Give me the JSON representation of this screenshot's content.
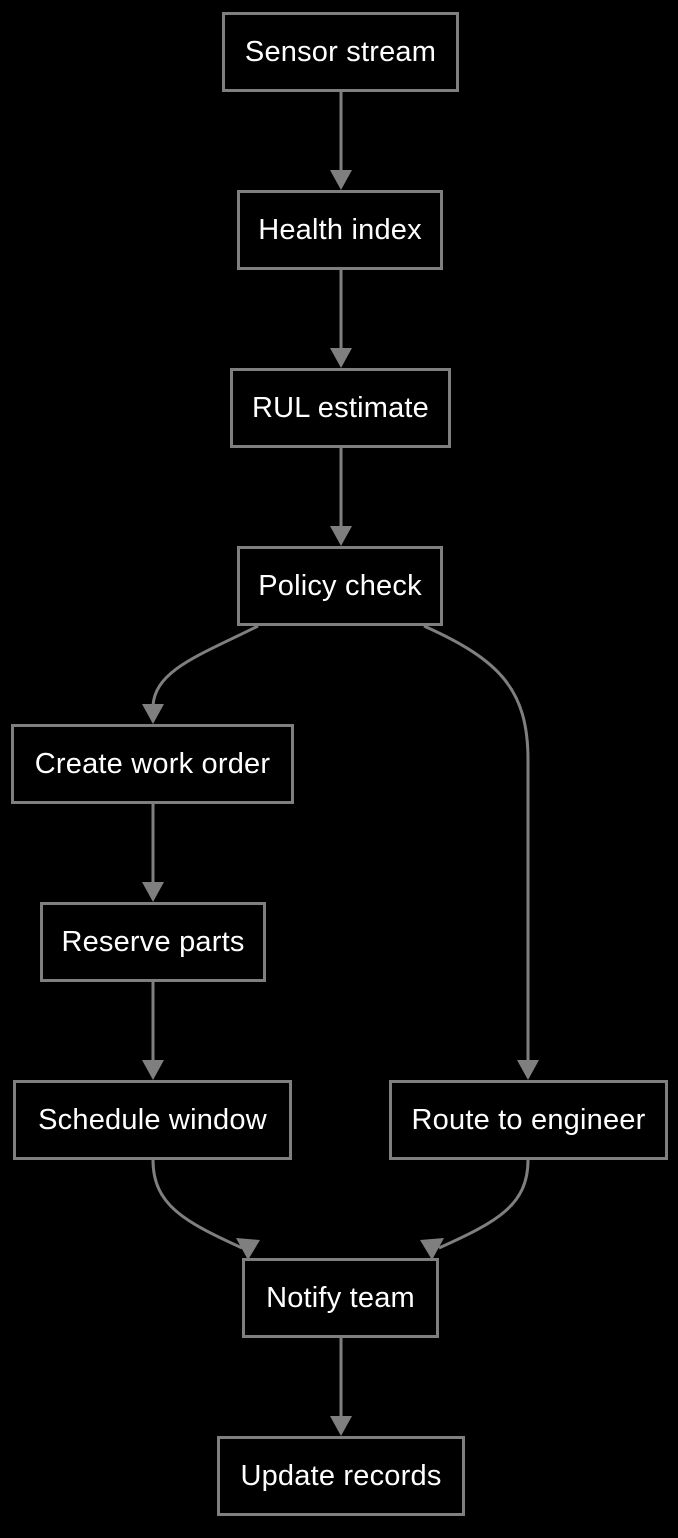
{
  "diagram": {
    "colors": {
      "background": "#000000",
      "edge": "#7f7f7f",
      "node_border": "#7f7f7f",
      "text": "#ffffff"
    },
    "nodes": {
      "sensor": "Sensor stream",
      "health": "Health index",
      "rul": "RUL estimate",
      "policy": "Policy check",
      "create": "Create work order",
      "reserve": "Reserve parts",
      "schedule": "Schedule window",
      "route": "Route to engineer",
      "notify": "Notify team",
      "update": "Update records"
    },
    "edges": [
      {
        "from": "sensor",
        "to": "health"
      },
      {
        "from": "health",
        "to": "rul"
      },
      {
        "from": "rul",
        "to": "policy"
      },
      {
        "from": "policy",
        "to": "create"
      },
      {
        "from": "policy",
        "to": "route"
      },
      {
        "from": "create",
        "to": "reserve"
      },
      {
        "from": "reserve",
        "to": "schedule"
      },
      {
        "from": "schedule",
        "to": "notify"
      },
      {
        "from": "route",
        "to": "notify"
      },
      {
        "from": "notify",
        "to": "update"
      }
    ]
  }
}
